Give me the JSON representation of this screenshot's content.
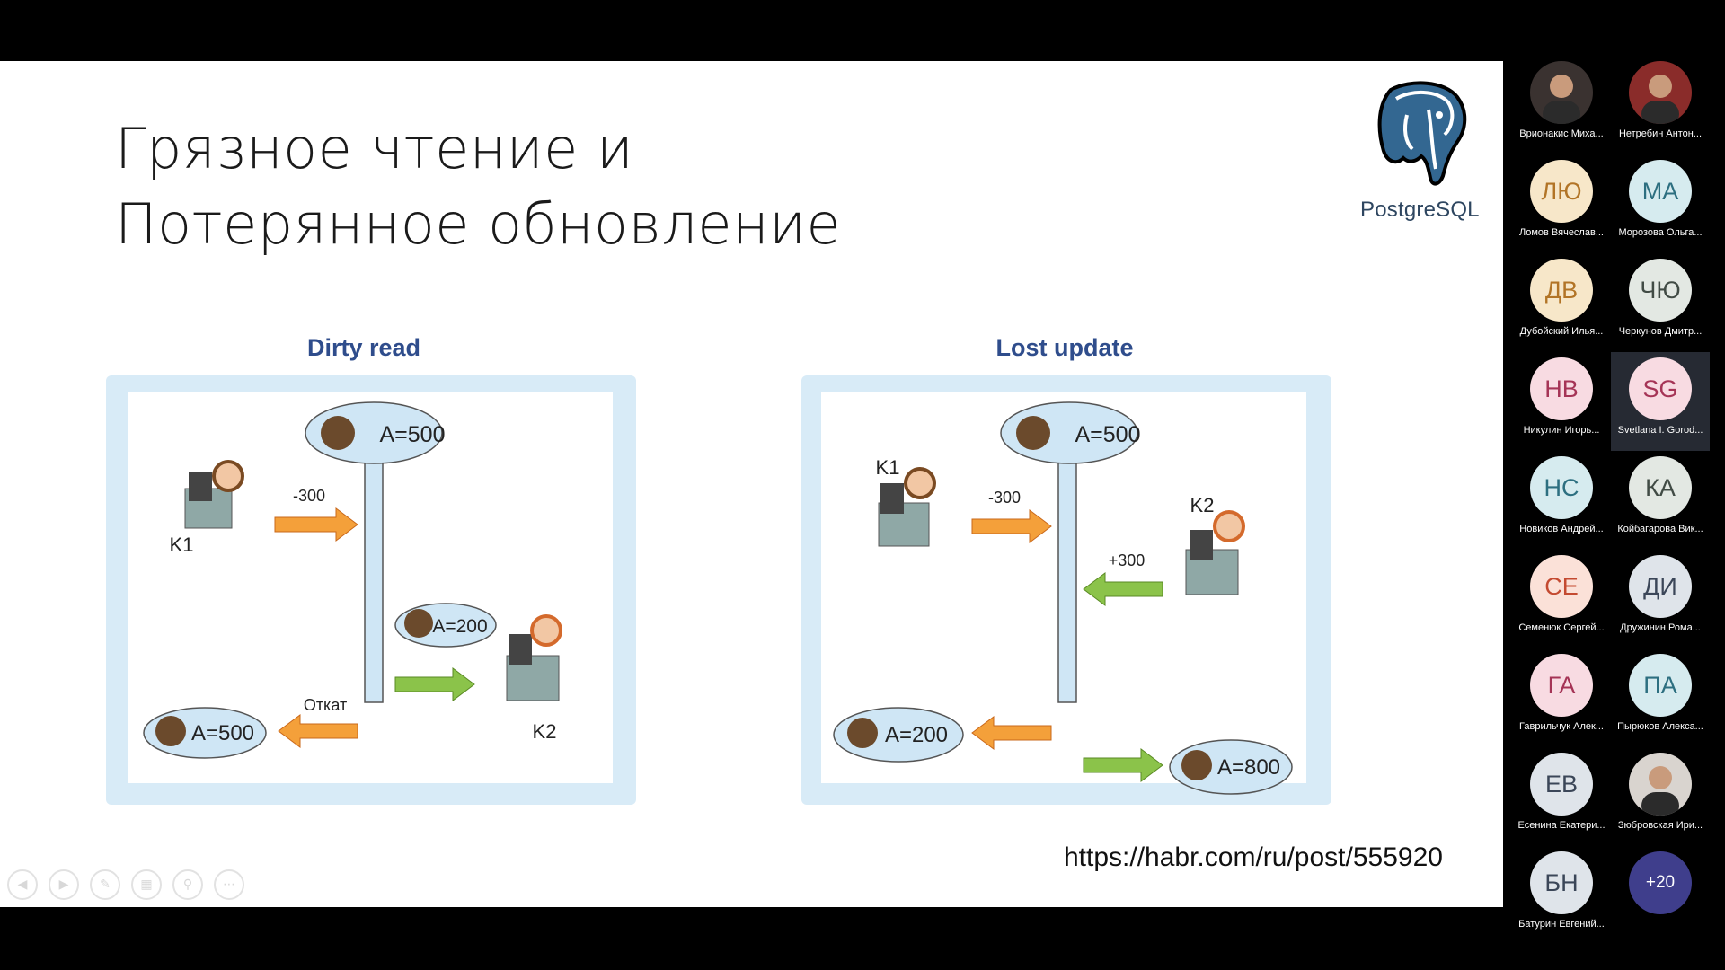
{
  "slide": {
    "title_line1": "Грязное чтение и",
    "title_line2": "Потерянное обновление",
    "logo_text": "PostgreSQL",
    "source_link": "https://habr.com/ru/post/555920"
  },
  "dirty_read": {
    "heading": "Dirty read",
    "db_value": "A=500",
    "client1": "K1",
    "client2": "K2",
    "op1": "-300",
    "mid_value": "A=200",
    "rollback": "Откат",
    "final_value": "A=500"
  },
  "lost_update": {
    "heading": "Lost update",
    "db_value": "A=500",
    "client1": "K1",
    "client2": "K2",
    "op1": "-300",
    "op2": "+300",
    "result1": "A=200",
    "result2": "A=800"
  },
  "slide_nav": {
    "icons": [
      "prev-icon",
      "next-icon",
      "pen-icon",
      "slides-icon",
      "zoom-icon",
      "more-icon"
    ]
  },
  "participants": [
    {
      "name": "Врионакис Миха...",
      "initials": "",
      "photo": true,
      "bg": "#3a3230"
    },
    {
      "name": "Нетребин Антон...",
      "initials": "",
      "photo": true,
      "bg": "#8a2c2a"
    },
    {
      "name": "Ломов Вячеслав...",
      "initials": "ЛЮ",
      "bg": "#f7e7c9",
      "fg": "#b27426"
    },
    {
      "name": "Морозова Ольга...",
      "initials": "МА",
      "bg": "#d6ebef",
      "fg": "#2d6f80"
    },
    {
      "name": "Дубойский Илья...",
      "initials": "ДВ",
      "bg": "#f7e7c9",
      "fg": "#b27426"
    },
    {
      "name": "Черкунов Дмитр...",
      "initials": "ЧЮ",
      "bg": "#e3e8e3",
      "fg": "#414b45"
    },
    {
      "name": "Никулин Игорь...",
      "initials": "НВ",
      "bg": "#f8dbe2",
      "fg": "#a53456"
    },
    {
      "name": "Svetlana I. Gorod...",
      "initials": "SG",
      "bg": "#f8dbe2",
      "fg": "#a53456",
      "active": true
    },
    {
      "name": "Новиков Андрей...",
      "initials": "НС",
      "bg": "#d6ebef",
      "fg": "#2d6f80"
    },
    {
      "name": "Койбагарова Вик...",
      "initials": "КА",
      "bg": "#e3e8e3",
      "fg": "#414b45"
    },
    {
      "name": "Семенюк Сергей...",
      "initials": "СЕ",
      "bg": "#fbe1d8",
      "fg": "#c44a31"
    },
    {
      "name": "Дружинин Рома...",
      "initials": "ДИ",
      "bg": "#dfe4ea",
      "fg": "#3b4658"
    },
    {
      "name": "Гаврильчук Алек...",
      "initials": "ГА",
      "bg": "#f8dbe2",
      "fg": "#a53456"
    },
    {
      "name": "Пырюков Алекса...",
      "initials": "ПА",
      "bg": "#d6ebef",
      "fg": "#2d6f80"
    },
    {
      "name": "Есенина Екатери...",
      "initials": "ЕВ",
      "bg": "#dfe4ea",
      "fg": "#3b4658"
    },
    {
      "name": "Зюбровская Ири...",
      "initials": "",
      "photo": true,
      "bg": "#d9d4cf"
    },
    {
      "name": "Батурин Евгений...",
      "initials": "БН",
      "bg": "#dfe4ea",
      "fg": "#3b4658"
    },
    {
      "name": "",
      "initials": "+20",
      "more": true,
      "bg": "#3f3e8c",
      "fg": "#ffffff"
    }
  ]
}
